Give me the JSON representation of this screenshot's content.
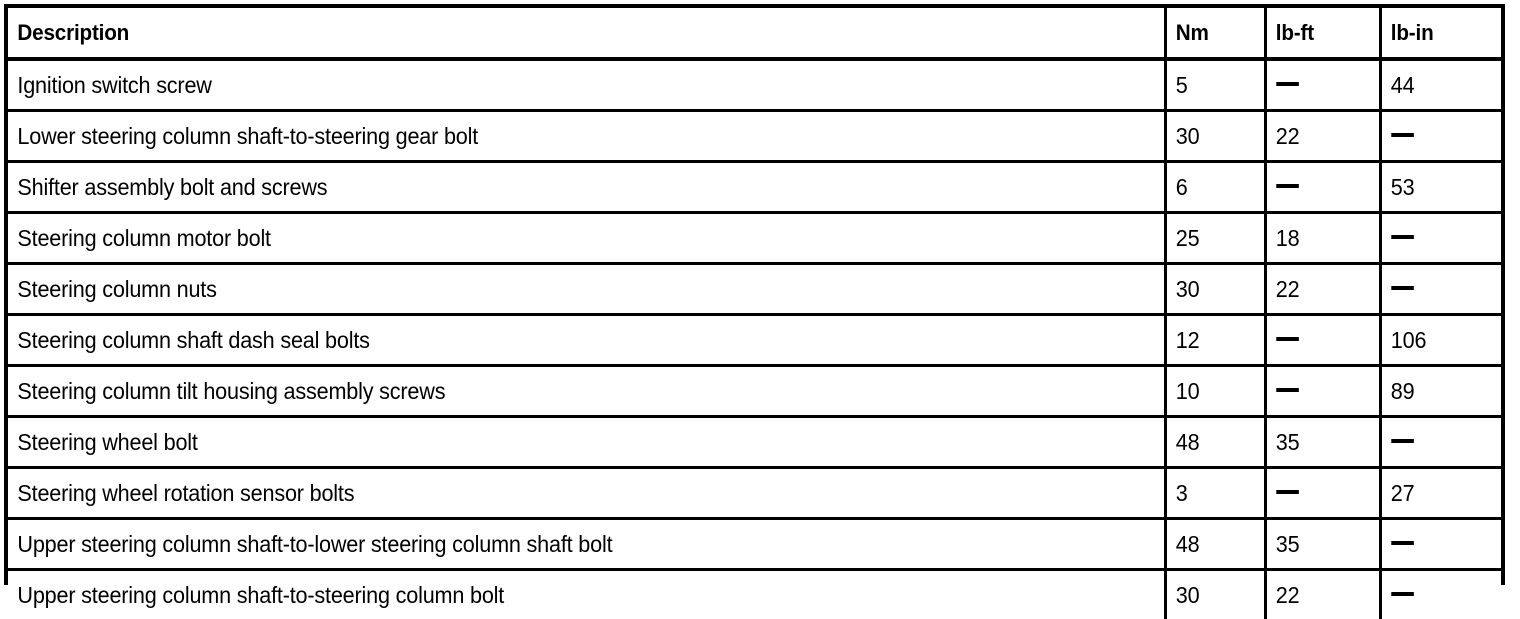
{
  "table": {
    "columns": [
      {
        "key": "description",
        "label": "Description"
      },
      {
        "key": "nm",
        "label": "Nm"
      },
      {
        "key": "lbft",
        "label": "lb-ft"
      },
      {
        "key": "lbin",
        "label": "lb-in"
      }
    ],
    "dash_symbol": "—",
    "rows": [
      {
        "description": "Ignition switch screw",
        "nm": "5",
        "lbft": "—",
        "lbin": "44"
      },
      {
        "description": "Lower steering column shaft-to-steering gear bolt",
        "nm": "30",
        "lbft": "22",
        "lbin": "—"
      },
      {
        "description": "Shifter assembly bolt and screws",
        "nm": "6",
        "lbft": "—",
        "lbin": "53"
      },
      {
        "description": "Steering column motor bolt",
        "nm": "25",
        "lbft": "18",
        "lbin": "—"
      },
      {
        "description": "Steering column nuts",
        "nm": "30",
        "lbft": "22",
        "lbin": "—"
      },
      {
        "description": "Steering column shaft dash seal bolts",
        "nm": "12",
        "lbft": "—",
        "lbin": "106"
      },
      {
        "description": "Steering column tilt housing assembly screws",
        "nm": "10",
        "lbft": "—",
        "lbin": "89"
      },
      {
        "description": "Steering wheel bolt",
        "nm": "48",
        "lbft": "35",
        "lbin": "—"
      },
      {
        "description": "Steering wheel rotation sensor bolts",
        "nm": "3",
        "lbft": "—",
        "lbin": "27"
      },
      {
        "description": "Upper steering column shaft-to-lower steering column shaft bolt",
        "nm": "48",
        "lbft": "35",
        "lbin": "—"
      },
      {
        "description": "Upper steering column shaft-to-steering column bolt",
        "nm": "30",
        "lbft": "22",
        "lbin": "—"
      }
    ]
  },
  "style": {
    "border_color": "#000000",
    "text_color": "#000000",
    "background_color": "#ffffff"
  }
}
